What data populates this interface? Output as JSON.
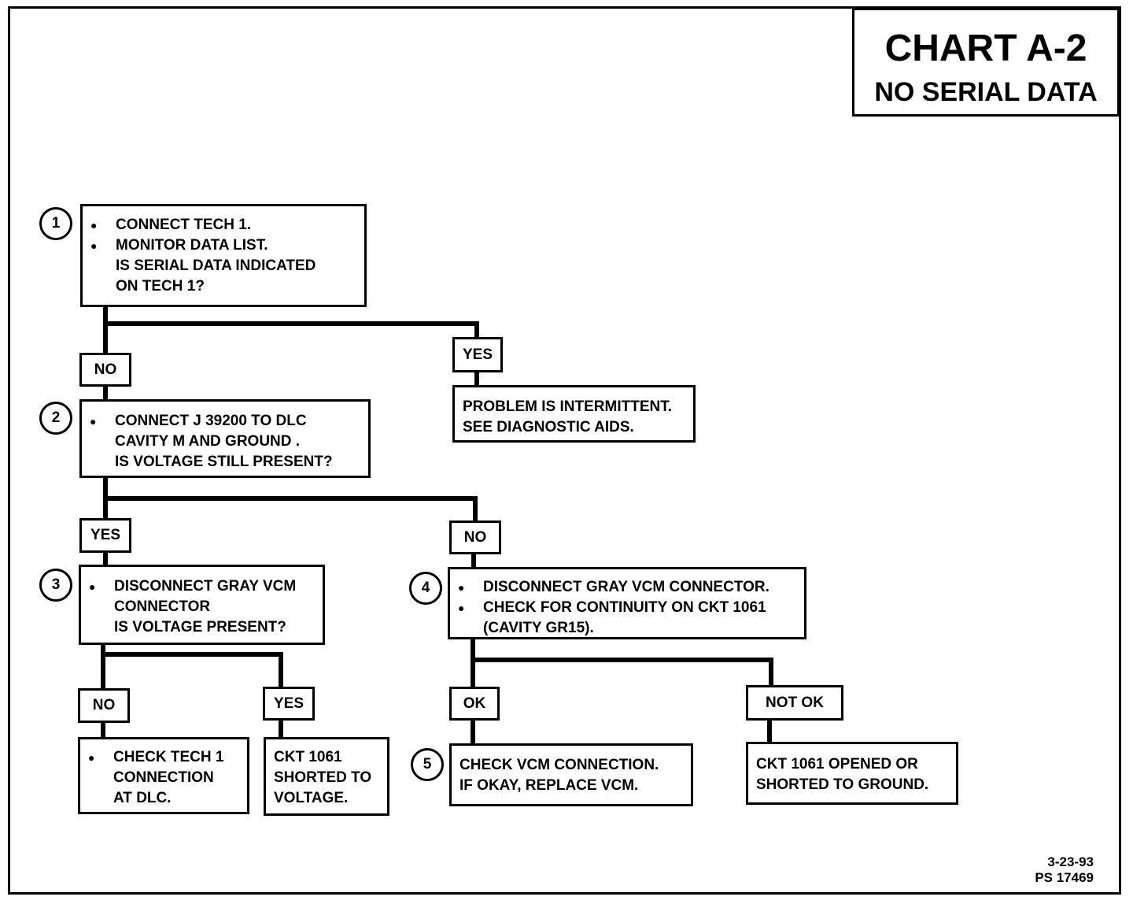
{
  "title": {
    "main": "CHART A-2",
    "sub": "NO SERIAL DATA"
  },
  "steps": {
    "s1": {
      "number": "1",
      "bullets": [
        "CONNECT TECH 1.",
        "MONITOR DATA LIST."
      ],
      "question": [
        "IS SERIAL DATA INDICATED",
        "ON TECH 1?"
      ]
    },
    "s2": {
      "number": "2",
      "bullets": [
        "CONNECT J 39200 TO DLC"
      ],
      "question": [
        "CAVITY M AND GROUND .",
        "IS  VOLTAGE STILL PRESENT?"
      ]
    },
    "s3": {
      "number": "3",
      "bullets": [
        "DISCONNECT GRAY VCM"
      ],
      "question": [
        "CONNECTOR",
        "IS VOLTAGE PRESENT?"
      ]
    },
    "s4": {
      "number": "4",
      "bullets": [
        "DISCONNECT GRAY VCM CONNECTOR.",
        "CHECK FOR CONTINUITY ON CKT 1061"
      ],
      "question": [
        "(CAVITY GR15)."
      ]
    },
    "s5": {
      "number": "5",
      "lines": [
        "CHECK VCM CONNECTION.",
        "IF OKAY, REPLACE VCM."
      ]
    }
  },
  "results": {
    "intermittent": [
      "PROBLEM IS INTERMITTENT.",
      "SEE DIAGNOSTIC AIDS."
    ],
    "check_tech1": {
      "bullet": "CHECK TECH 1",
      "rest": [
        "CONNECTION",
        "AT DLC."
      ]
    },
    "shorted_voltage": [
      "CKT 1061",
      "SHORTED TO",
      "VOLTAGE."
    ],
    "opened_shorted": [
      "CKT 1061 OPENED OR",
      "SHORTED TO GROUND."
    ]
  },
  "labels": {
    "s1_no": "NO",
    "s1_yes": "YES",
    "s2_yes": "YES",
    "s2_no": "NO",
    "s3_no": "NO",
    "s3_yes": "YES",
    "s4_ok": "OK",
    "s4_notok": "NOT OK"
  },
  "footer": {
    "date": "3-23-93",
    "code": "PS 17469"
  }
}
